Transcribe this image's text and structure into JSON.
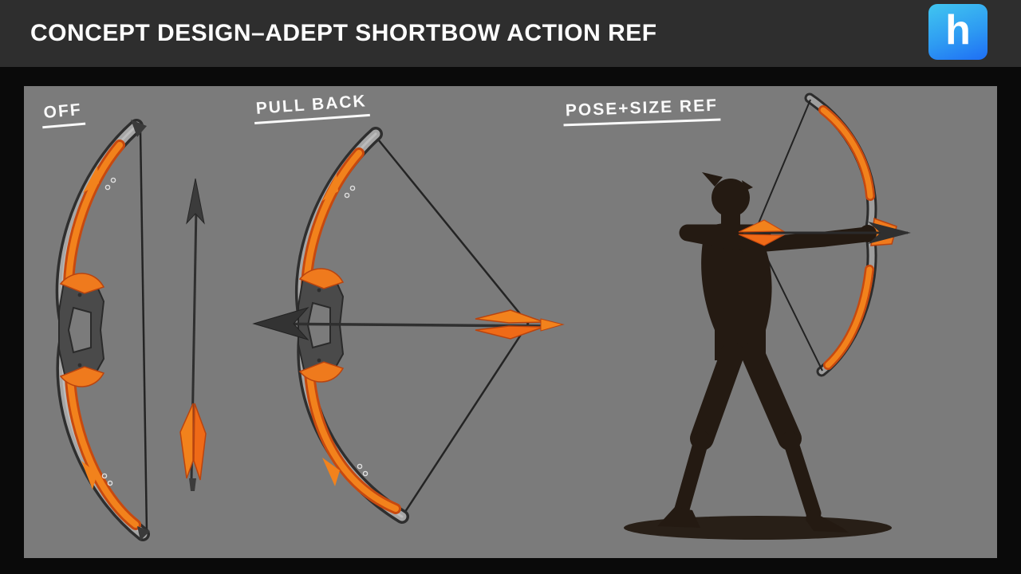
{
  "header": {
    "title": "CONCEPT DESIGN–ADEPT SHORTBOW ACTION REF",
    "logo_letter": "h"
  },
  "annotations": {
    "off_label": "OFF",
    "pull_back_label": "PULL BACK",
    "pose_size_label": "POSE+SIZE REF"
  },
  "illustrations": {
    "bow_off": "adept shortbow at rest, side view, vertical string",
    "arrow_upright": "single arrow standing upright, orange fletching",
    "bow_pull_back": "shortbow at full draw with arrow nocked pointing left",
    "pose_ref": "archer silhouette at full draw aiming right"
  },
  "colors": {
    "page_bg": "#0a0a0a",
    "header_bg": "#2e2e2e",
    "canvas_bg": "#7b7b7b",
    "accent_orange": "#f2821c",
    "accent_orange_dark": "#c7490f",
    "bow_grey": "#a6a6a6",
    "outline_dark": "#2e2e2e",
    "silhouette": "#241a12",
    "logo_blue_top": "#41c6f0",
    "logo_blue_bottom": "#1e6ef5",
    "text_white": "#ffffff"
  }
}
